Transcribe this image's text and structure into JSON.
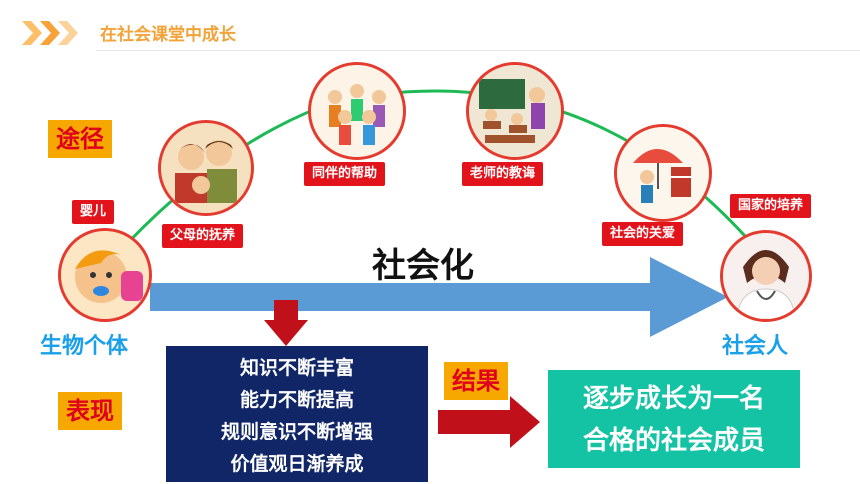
{
  "header": {
    "title": "在社会课堂中成长"
  },
  "labels": {
    "path": "途径",
    "manifestation": "表现",
    "result": "结果",
    "socialization": "社会化",
    "biological": "生物个体",
    "social_person": "社会人"
  },
  "stages": [
    {
      "label": "婴儿"
    },
    {
      "label": "父母的抚养"
    },
    {
      "label": "同伴的帮助"
    },
    {
      "label": "老师的教诲"
    },
    {
      "label": "社会的关爱"
    },
    {
      "label": "国家的培养"
    }
  ],
  "manifestations": [
    "知识不断丰富",
    "能力不断提高",
    "规则意识不断增强",
    "价值观日渐养成"
  ],
  "result_lines": [
    "逐步成长为一名",
    "合格的社会成员"
  ],
  "colors": {
    "accent_orange": "#f7a800",
    "red": "#e3131b",
    "blue_arrow": "#5b9bd5",
    "navy": "#102666",
    "teal": "#13c3a3",
    "green_arc": "#1db954"
  }
}
